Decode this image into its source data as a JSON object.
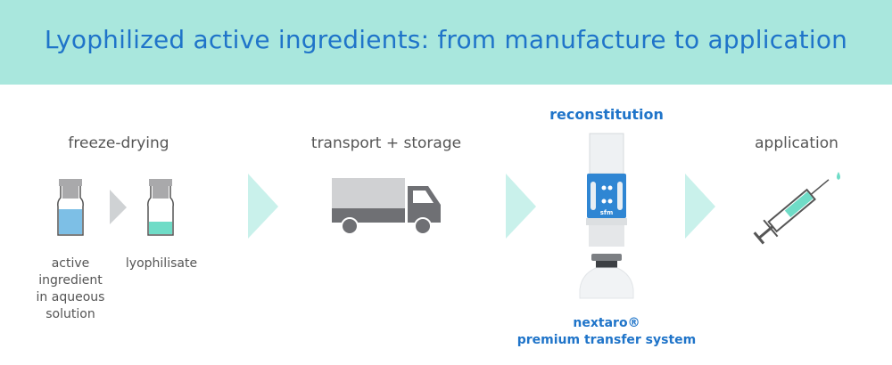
{
  "title": "Lyophilized active ingredients: from manufacture to application",
  "steps": {
    "freeze_drying": {
      "label": "freeze-drying",
      "caption_left": [
        "active",
        "ingredient",
        "in aqueous",
        "solution"
      ],
      "caption_right": "lyophilisate"
    },
    "transport": {
      "label": "transport + storage"
    },
    "reconstitution": {
      "label": "reconstitution",
      "product_name": "nextaro®",
      "product_desc": "premium transfer system",
      "device_logo": "sfm"
    },
    "application": {
      "label": "application"
    }
  },
  "colors": {
    "header": "#a9e7dd",
    "accent_blue": "#1f74c9",
    "arrow": "#c9f1eb",
    "liquid": "#7dbfe6",
    "lyophilisate": "#6fdcc7"
  }
}
